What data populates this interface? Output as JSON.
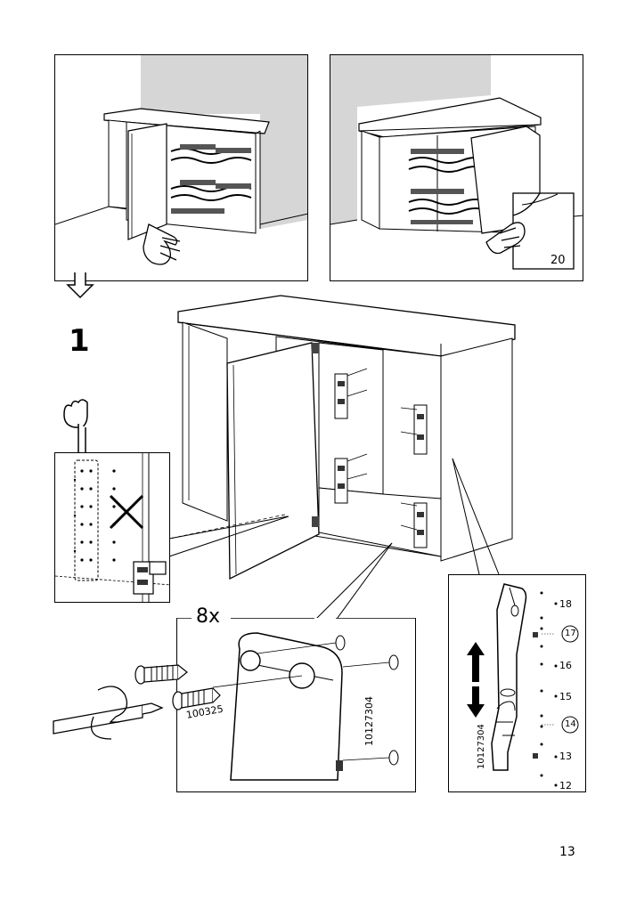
{
  "step_number": "1",
  "quantity_label": "8x",
  "screw_part_number": "100325",
  "hinge_plate_part_number": "10127304",
  "rail_part_number": "10127304",
  "page_ref_number": "20",
  "hole_scale": {
    "labels": [
      "18",
      "17",
      "16",
      "15",
      "14",
      "13",
      "12"
    ],
    "circled": [
      "17",
      "14"
    ]
  },
  "page_number": "13"
}
